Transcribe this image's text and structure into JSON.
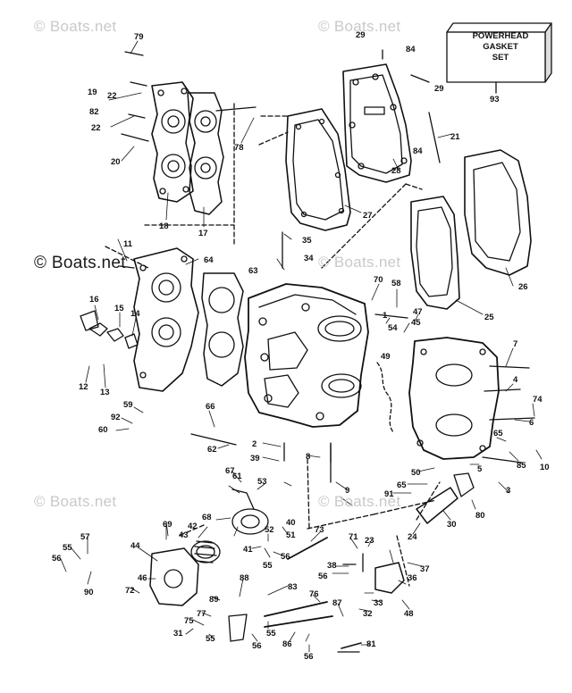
{
  "watermarks": {
    "top_left": "© Boats.net",
    "top_right": "© Boats.net",
    "mid_left": "© Boats.net",
    "mid_right": "© Boats.net",
    "bottom_left": "© Boats.net",
    "bottom_right": "© Boats.net"
  },
  "gasket_set_box": {
    "lines": [
      "POWERHEAD",
      "GASKET",
      "SET"
    ],
    "part_number": "93"
  },
  "callouts": [
    "1",
    "2",
    "3",
    "4",
    "5",
    "6",
    "7",
    "8",
    "9",
    "10",
    "11",
    "12",
    "13",
    "14",
    "15",
    "16",
    "17",
    "18",
    "19",
    "20",
    "21",
    "22",
    "22",
    "23",
    "24",
    "25",
    "26",
    "27",
    "28",
    "29",
    "29",
    "30",
    "31",
    "32",
    "33",
    "34",
    "35",
    "36",
    "37",
    "38",
    "39",
    "40",
    "41",
    "42",
    "43",
    "44",
    "45",
    "46",
    "47",
    "48",
    "49",
    "50",
    "51",
    "52",
    "53",
    "54",
    "55",
    "55",
    "55",
    "55",
    "56",
    "56",
    "56",
    "56",
    "56",
    "57",
    "58",
    "59",
    "60",
    "61",
    "62",
    "63",
    "64",
    "65",
    "65",
    "66",
    "67",
    "68",
    "69",
    "70",
    "71",
    "72",
    "73",
    "74",
    "75",
    "76",
    "77",
    "78",
    "79",
    "80",
    "81",
    "82",
    "83",
    "84",
    "84",
    "85",
    "86",
    "87",
    "88",
    "89",
    "90",
    "91",
    "92"
  ]
}
